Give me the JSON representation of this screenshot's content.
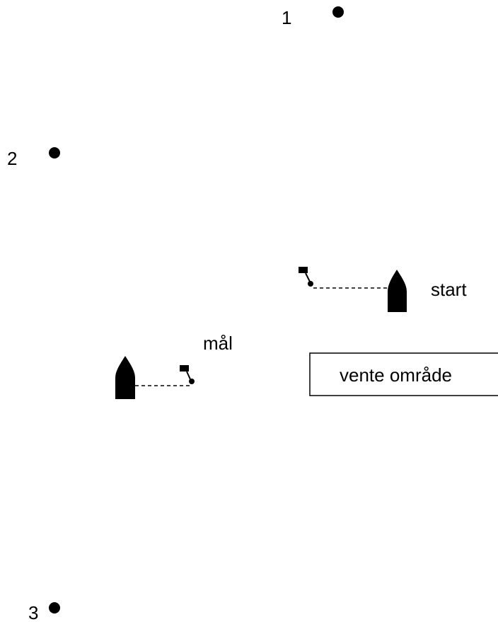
{
  "marks": {
    "mark_1": "1",
    "mark_2": "2",
    "mark_3": "3"
  },
  "labels": {
    "start": "start",
    "finish": "mål",
    "waiting_area": "vente område"
  },
  "colors": {
    "ink": "#000000",
    "background": "#ffffff"
  },
  "icons": {
    "buoy": "filled-circle",
    "committee_boat": "boat-silhouette",
    "flag": "flag-on-pole",
    "line": "dashed-line"
  }
}
